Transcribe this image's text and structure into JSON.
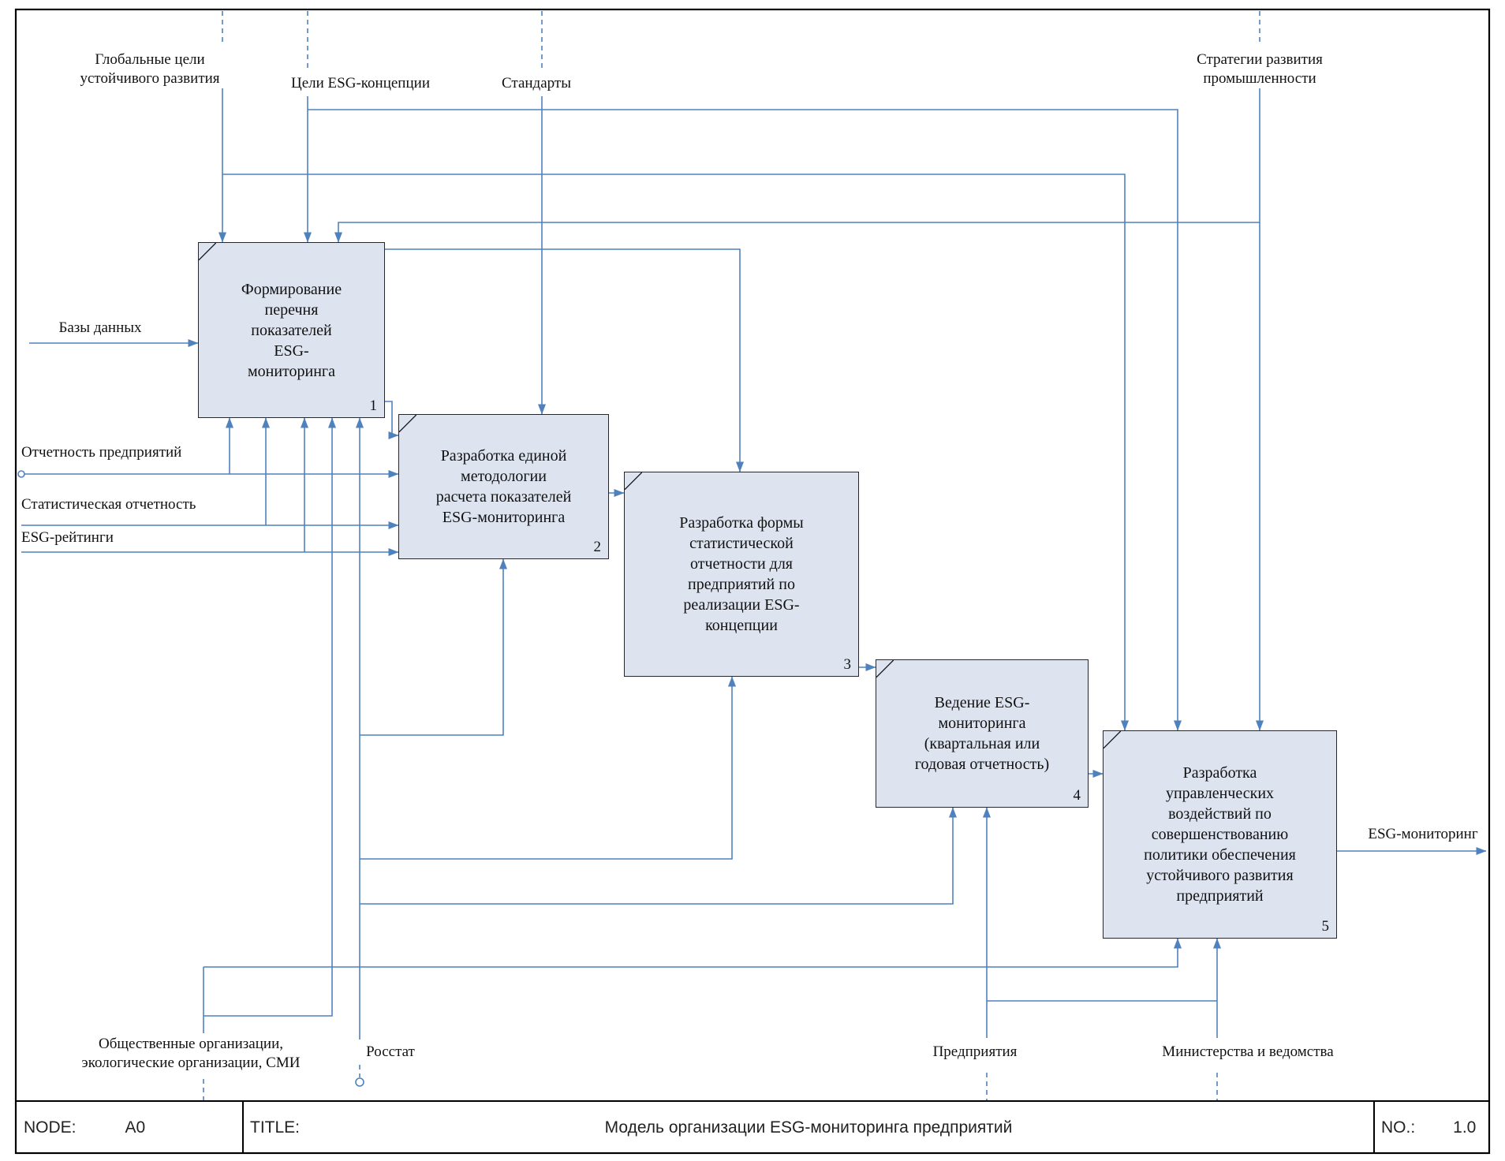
{
  "theme": {
    "arrow_color": "#4f81bd",
    "box_fill": "#dde4f0",
    "box_border": "#26262e",
    "frame_color": "#000000"
  },
  "boxes": [
    {
      "num": "1",
      "label": "Формирование\nперечня\nпоказателей\nESG-\nмониторинга"
    },
    {
      "num": "2",
      "label": "Разработка единой\nметодологии\nрасчета показателей\nESG-мониторинга"
    },
    {
      "num": "3",
      "label": "Разработка формы\nстатистической\nотчетности для\nпредприятий по\nреализации ESG-\nконцепции"
    },
    {
      "num": "4",
      "label": "Ведение ESG-\nмониторинга\n(квартальная или\nгодовая отчетность)"
    },
    {
      "num": "5",
      "label": "Разработка\nуправленческих\nвоздействий по\nсовершенствованию\nполитики обеспечения\nустойчивого развития\nпредприятий"
    }
  ],
  "labels": {
    "control_global_goals": "Глобальные цели\nустойчивого развития",
    "control_esg_goals": "Цели ESG-концепции",
    "control_standards": "Стандарты",
    "control_strategies": "Стратегии развития\nпромышленности",
    "input_databases": "Базы данных",
    "input_reporting": "Отчетность предприятий",
    "input_statistics": "Статистическая отчетность",
    "input_ratings": "ESG-рейтинги",
    "mech_public": "Общественные организации,\nэкологические организации, СМИ",
    "mech_rosstat": "Росстат",
    "mech_enterprises": "Предприятия",
    "mech_ministries": "Министерства и ведомства",
    "output_esg": "ESG-мониторинг"
  },
  "node_bar": {
    "node_label": "NODE:",
    "node_value": "A0",
    "title_label": "TITLE:",
    "title_value": "Модель организации ESG-мониторинга предприятий",
    "no_label": "NO.:",
    "no_value": "1.0"
  }
}
